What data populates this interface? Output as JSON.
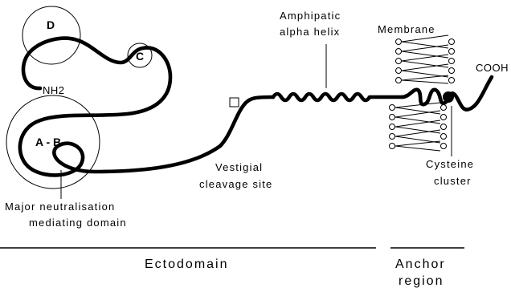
{
  "labels": {
    "domain_d": "D",
    "domain_c": "C",
    "domain_ab": "A - B",
    "nh2": "NH2",
    "cooh": "COOH",
    "amphipatic_line1": "Amphipatic",
    "amphipatic_line2": "alpha   helix",
    "membrane": "Membrane",
    "vestigial_line1": "Vestigial",
    "vestigial_line2": "cleavage   site",
    "cysteine_line1": "Cysteine",
    "cysteine_line2": "cluster",
    "major_line1": "Major    neutralisation",
    "major_line2": "mediating   domain",
    "ectodomain": "Ectodomain",
    "anchor_line1": "Anchor",
    "anchor_line2": "region"
  },
  "colors": {
    "ink": "#000000",
    "background": "#ffffff"
  }
}
